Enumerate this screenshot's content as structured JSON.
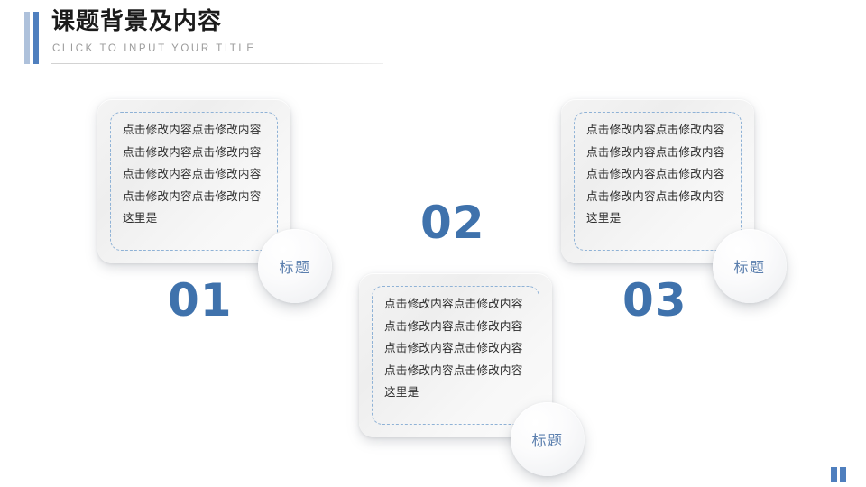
{
  "header": {
    "title": "课题背景及内容",
    "subtitle": "CLICK TO INPUT YOUR TITLE",
    "accent_color": "#4f7fbe",
    "accent_light_color": "#8fa9cd"
  },
  "cards": [
    {
      "number": "01",
      "badge_label": "标题",
      "body": "点击修改内容点击修改内容点击修改内容点击修改内容点击修改内容点击修改内容点击修改内容点击修改内容这里是"
    },
    {
      "number": "02",
      "badge_label": "标题",
      "body": "点击修改内容点击修改内容点击修改内容点击修改内容点击修改内容点击修改内容点击修改内容点击修改内容这里是"
    },
    {
      "number": "03",
      "badge_label": "标题",
      "body": "点击修改内容点击修改内容点击修改内容点击修改内容点击修改内容点击修改内容点击修改内容点击修改内容这里是"
    }
  ],
  "footer": {
    "mark_color": "#4f7fbe"
  }
}
